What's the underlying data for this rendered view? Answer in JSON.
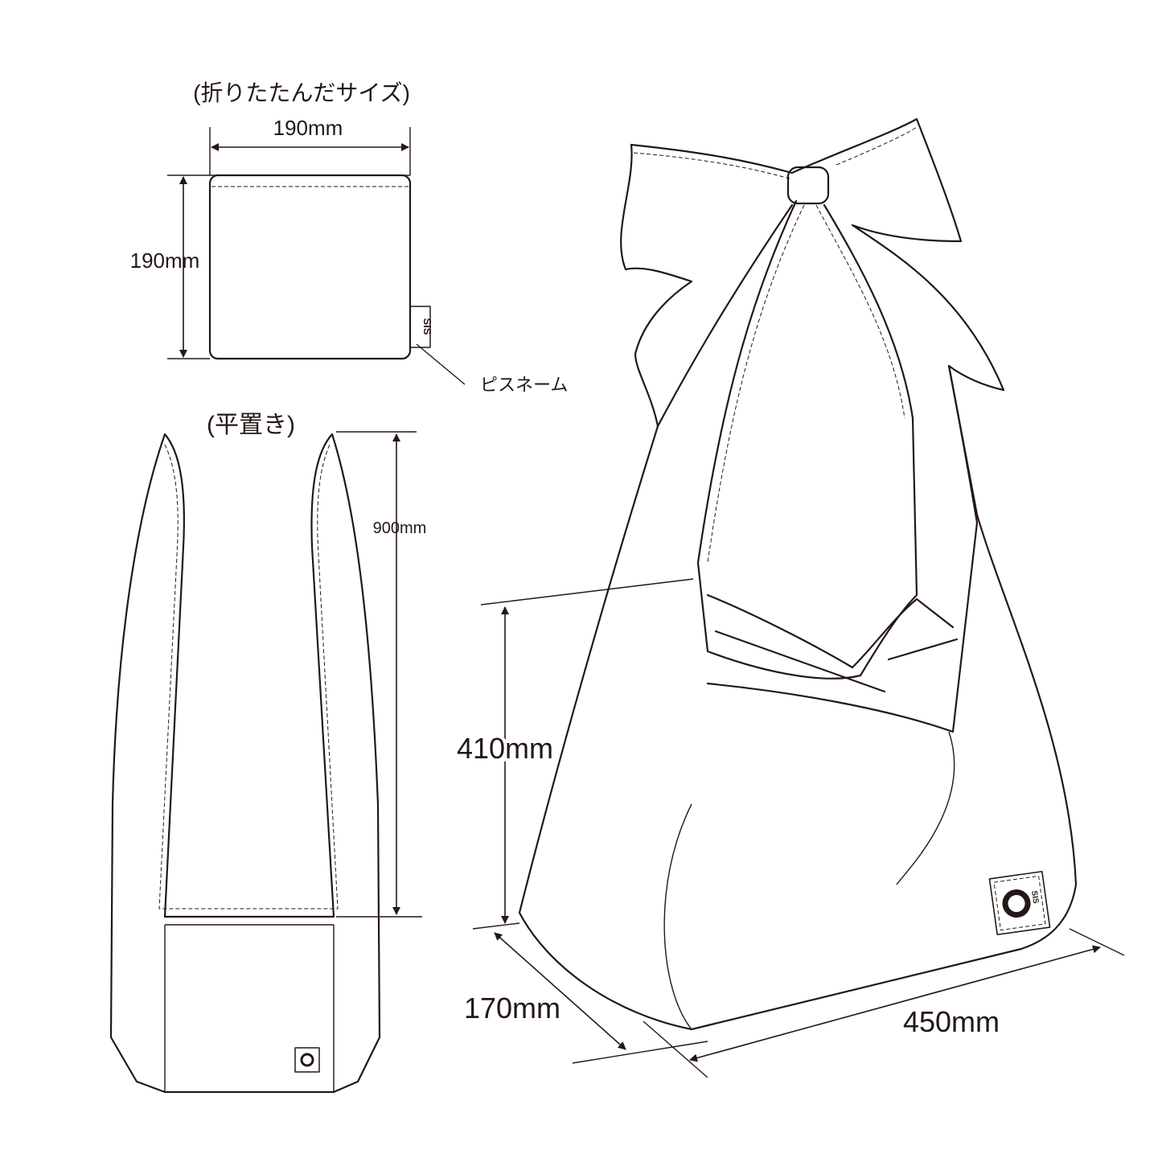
{
  "folded": {
    "caption": "(折りたたんだサイズ)",
    "width": "190mm",
    "height": "190mm",
    "tag_text": "SIS",
    "tag_label": "ピスネーム"
  },
  "flat": {
    "caption": "(平置き)",
    "length": "900mm"
  },
  "bag": {
    "height": "410mm",
    "depth": "170mm",
    "width": "450mm",
    "logo_text": "SIS"
  },
  "colors": {
    "line": "#231815",
    "background": "#ffffff"
  }
}
